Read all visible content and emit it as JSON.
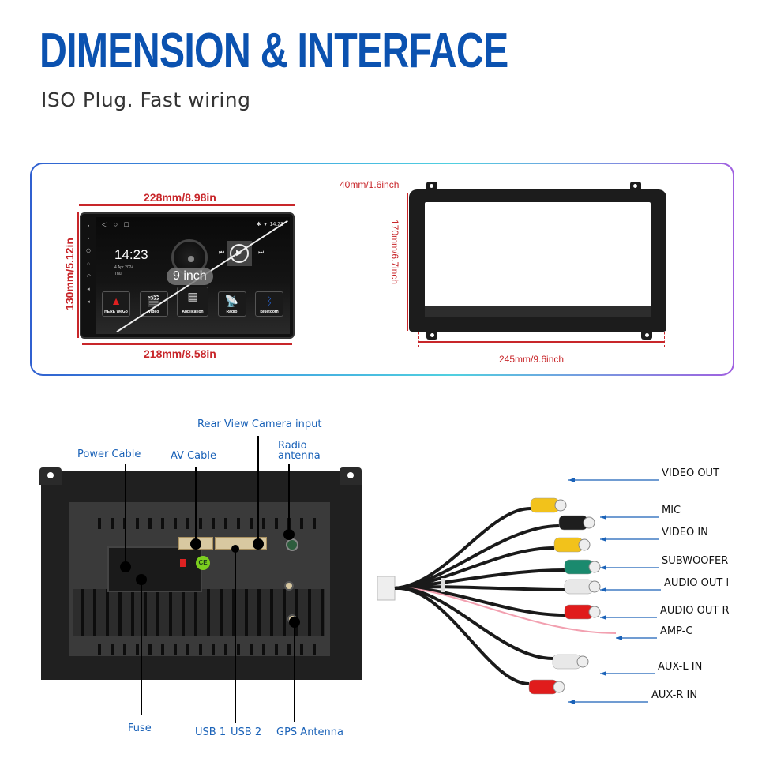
{
  "header": {
    "title": "DIMENSION & INTERFACE",
    "subtitle": "ISO Plug. Fast wiring"
  },
  "colors": {
    "title_blue": "#0b52b0",
    "dimension_red": "#c8262a",
    "label_blue": "#1a62b8",
    "arrow_blue": "#1a62b8"
  },
  "dimensions": {
    "headunit": {
      "top_width": "228mm/8.98in",
      "bottom_width": "218mm/8.58in",
      "height": "130mm/5.12in",
      "screen_size": "9 inch"
    },
    "frame": {
      "depth": "40mm/1.6inch",
      "height": "170mm/6.7inch",
      "width": "245mm/9.6inch"
    }
  },
  "screen": {
    "time": "14:23",
    "date": "4 Apr 2024",
    "day": "Thu",
    "status_time": "14:23",
    "nav_icons": [
      "back-icon",
      "home-icon",
      "recents-icon"
    ],
    "apps": [
      {
        "label": "HERE WeGo",
        "icon": "navigation-icon"
      },
      {
        "label": "Video",
        "icon": "video-icon"
      },
      {
        "label": "Application",
        "icon": "apps-grid-icon"
      },
      {
        "label": "Radio",
        "icon": "radio-icon"
      },
      {
        "label": "Bluetooth",
        "icon": "bluetooth-icon"
      }
    ]
  },
  "rear_ports": {
    "top": [
      {
        "label": "Power Cable"
      },
      {
        "label": "AV Cable"
      },
      {
        "label": "Rear View Camera input"
      },
      {
        "label_line1": "Radio",
        "label_line2": "antenna"
      }
    ],
    "bottom": [
      {
        "label": "Fuse"
      },
      {
        "label": "USB 1"
      },
      {
        "label": "USB 2"
      },
      {
        "label": "GPS Antenna"
      }
    ]
  },
  "av_cable": {
    "connectors": [
      {
        "label": "VIDEO OUT",
        "color": "#f2c21b"
      },
      {
        "label": "MIC",
        "color": "#1e1e1e"
      },
      {
        "label": "VIDEO IN",
        "color": "#f2c21b"
      },
      {
        "label": "SUBWOOFER",
        "color": "#1a8a6e"
      },
      {
        "label": "AUDIO OUT l",
        "color": "#e8e8e8"
      },
      {
        "label": "AUDIO OUT R",
        "color": "#e01c1c"
      },
      {
        "label": "AMP-C",
        "color": "#f2a0b0"
      },
      {
        "label": "AUX-L IN",
        "color": "#e8e8e8"
      },
      {
        "label": "AUX-R IN",
        "color": "#e01c1c"
      }
    ]
  }
}
